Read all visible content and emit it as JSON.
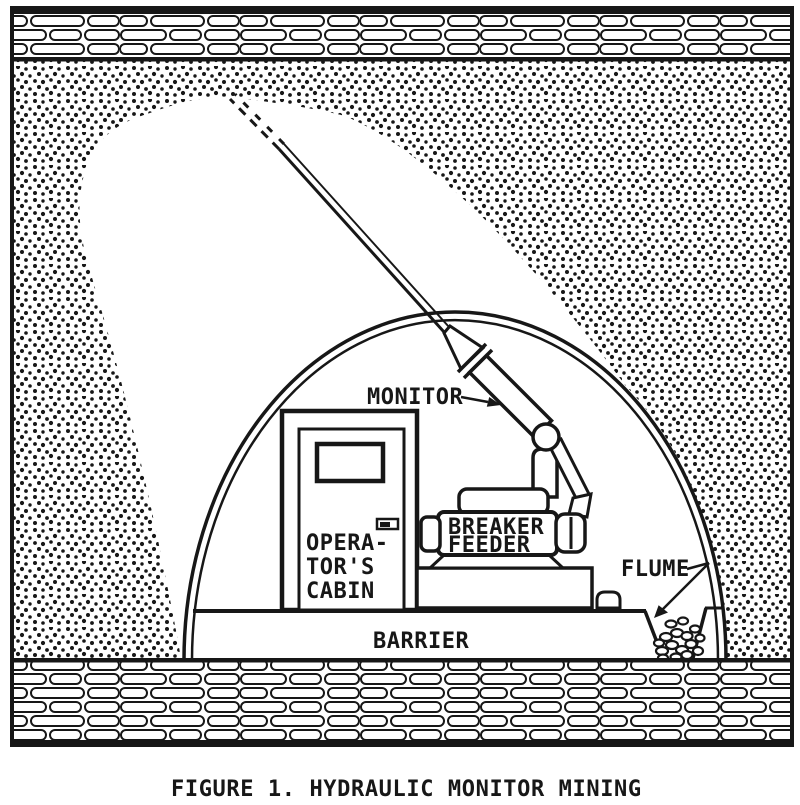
{
  "figure": {
    "caption": "FIGURE 1.  HYDRAULIC MONITOR MINING",
    "labels": {
      "monitor": "MONITOR",
      "operators_cabin": [
        "OPERA-",
        "TOR'S",
        "CABIN"
      ],
      "breaker_feeder": [
        "BREAKER",
        "FEEDER"
      ],
      "flume": "FLUME",
      "barrier": "BARRIER"
    },
    "colors": {
      "ink": "#171717",
      "paper": "#ffffff"
    }
  }
}
